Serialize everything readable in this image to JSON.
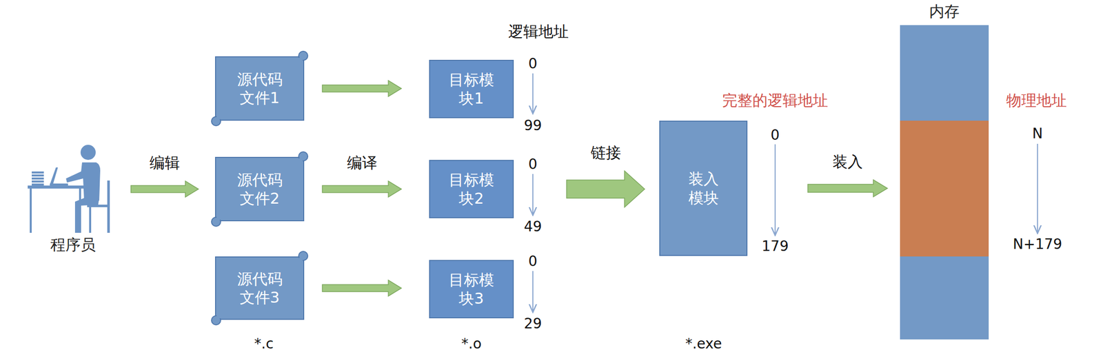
{
  "diagram": {
    "nodes": [
      {
        "text": [
          "程序员"
        ]
      },
      {
        "text": [
          "源代码 文件1"
        ]
      },
      {
        "text": [
          "源代码 文件2"
        ]
      },
      {
        "text": [
          "源代码 文件3"
        ]
      },
      {
        "text": [
          "目标模 块1"
        ]
      },
      {
        "text": [
          "目标模 块2"
        ]
      },
      {
        "text": [
          "目标模 块3"
        ]
      },
      {
        "text": [
          "装入 模块"
        ]
      },
      {
        "text": [
          "内存"
        ]
      }
    ],
    "edges": [
      {
        "from": 0,
        "to": 2,
        "label": "编辑",
        "arrow": "to"
      },
      {
        "from": 1,
        "to": 4,
        "arrow": "to"
      },
      {
        "from": 2,
        "to": 5,
        "label": "编译",
        "arrow": "to"
      },
      {
        "from": 3,
        "to": 6,
        "arrow": "to"
      },
      {
        "from": 5,
        "to": 7,
        "label": "链接",
        "arrow": "to"
      },
      {
        "from": 7,
        "to": 8,
        "label": "装入",
        "arrow": "to"
      }
    ],
    "labels": [
      "逻辑地址",
      "0",
      "99",
      "0",
      "49",
      "0",
      "29",
      "完整的逻辑地址",
      "0",
      "179",
      "物理地址",
      "N",
      "N+179",
      "*.c",
      "*.o",
      "*.exe"
    ]
  }
}
